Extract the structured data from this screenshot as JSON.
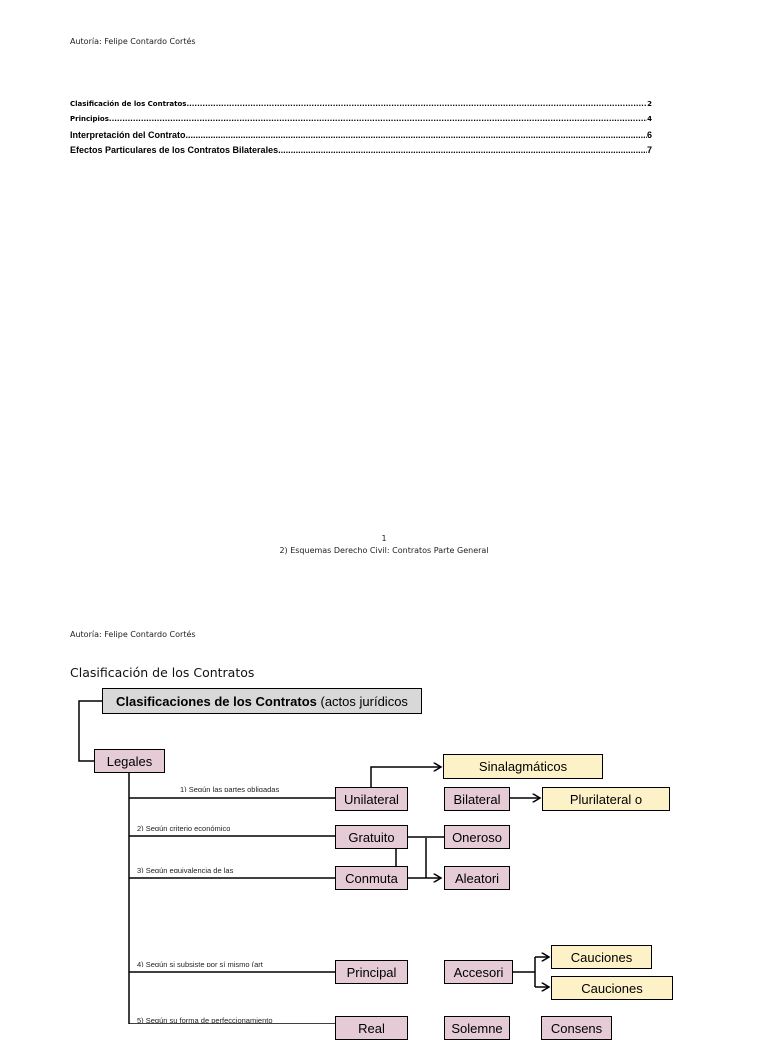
{
  "page1": {
    "author": "Autoría: Felipe Contardo Cortés",
    "toc": [
      {
        "label": "Clasificación de los Contratos",
        "page": "2"
      },
      {
        "label": "Principios",
        "page": "4"
      },
      {
        "label": "Interpretación del Contrato",
        "page": "6"
      },
      {
        "label": "Efectos Particulares de los Contratos Bilaterales",
        "page": "7"
      }
    ],
    "page_number": "1",
    "footer": "2) Esquemas Derecho Civil: Contratos Parte General"
  },
  "page2": {
    "author": "Autoría: Felipe Contardo Cortés",
    "section_title": "Clasificación de los Contratos",
    "diagram": {
      "root_bold": "Clasificaciones de los Contratos",
      "root_rest": " (actos jurídicos",
      "legales": "Legales",
      "criteria": [
        "1) Según las partes obligadas",
        "2) Según criterio económico",
        "3) Según equivalencia de las",
        "4) Según si subsiste por sí mismo (art",
        "5) Según su forma de perfeccionamiento"
      ],
      "nodes": {
        "sinalagmaticos": "Sinalagmáticos",
        "unilateral": "Unilateral",
        "bilateral": "Bilateral",
        "plurilateral": "Plurilateral o",
        "gratuito": "Gratuito",
        "oneroso": "Oneroso",
        "conmutativo": "Conmuta",
        "aleatorio": "Aleatori",
        "principal": "Principal",
        "accesorio": "Accesori",
        "cauciones_1": "Cauciones",
        "cauciones_2": "Cauciones",
        "real": "Real",
        "solemne": "Solemne",
        "consensual": "Consens"
      }
    }
  }
}
